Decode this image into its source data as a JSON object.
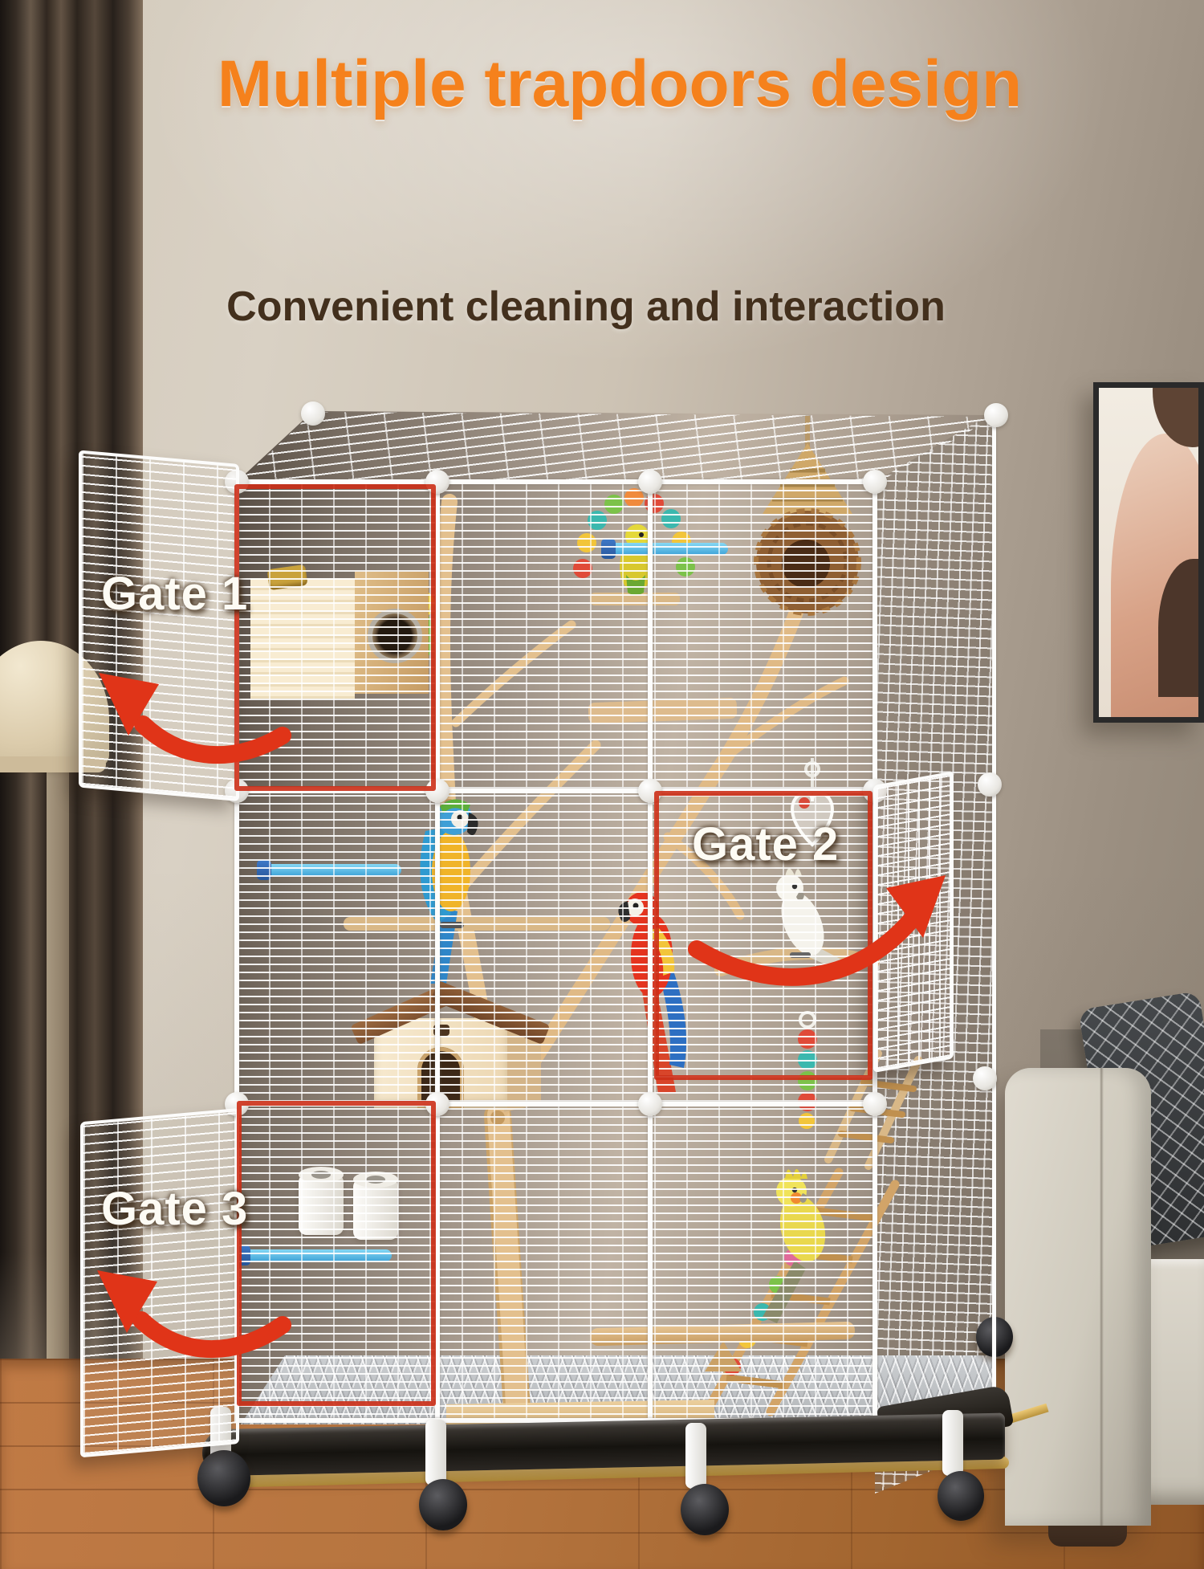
{
  "header": {
    "title": "Multiple trapdoors design",
    "subtitle": "Convenient cleaning and interaction"
  },
  "gates": [
    {
      "label": "Gate 1",
      "arrow_direction": "left"
    },
    {
      "label": "Gate 2",
      "arrow_direction": "right"
    },
    {
      "label": "Gate 3",
      "arrow_direction": "left"
    }
  ],
  "colors": {
    "title_orange": "#f5811c",
    "subtitle_brown": "#43301d",
    "annotation_red": "#cc2f17",
    "label_white": "#fdfbf4",
    "cage_wire_white": "#fdfdfc",
    "perch_blue": "#3fa3d8",
    "wood_tan": "#e0bf92"
  },
  "scene": {
    "subject": "white wire bird cage with three open trapdoor gates, parrots, tree branch, nest box, toys, rolling casters",
    "environment": "living room: brown curtain, lampshade, framed art, gray sofa, wood floor"
  }
}
